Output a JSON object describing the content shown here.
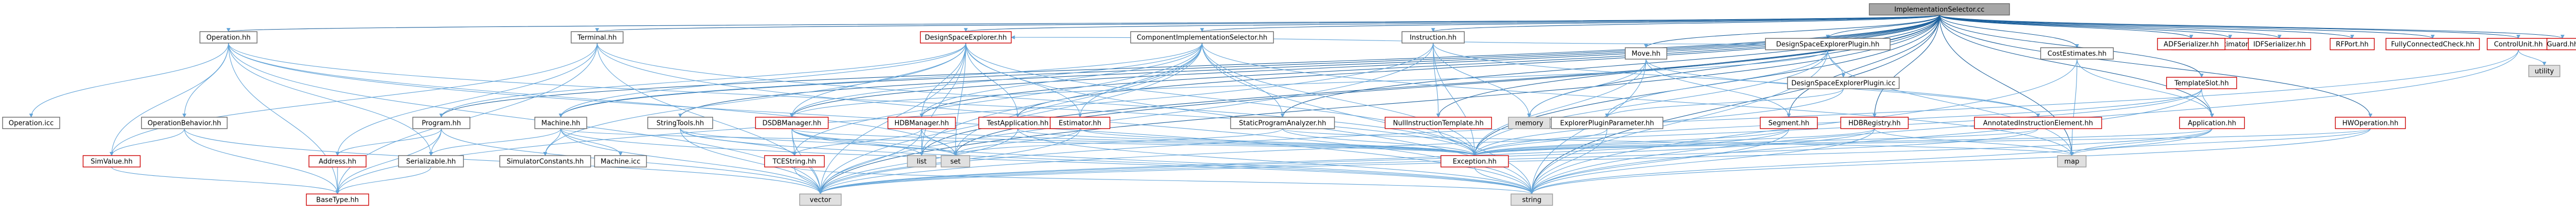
{
  "graph": {
    "root": "ImplementationSelector.cc",
    "nodes": [
      {
        "id": "root",
        "label": "ImplementationSelector.cc",
        "style": "root"
      },
      {
        "id": "opHH",
        "label": "Operation.hh",
        "style": "normal"
      },
      {
        "id": "terminal",
        "label": "Terminal.hh",
        "style": "normal"
      },
      {
        "id": "dspExpl",
        "label": "DesignSpaceExplorer.hh",
        "style": "red"
      },
      {
        "id": "compImpl",
        "label": "ComponentImplementationSelector.hh",
        "style": "normal"
      },
      {
        "id": "instr",
        "label": "Instruction.hh",
        "style": "normal"
      },
      {
        "id": "dseFrontPlugin",
        "label": "DesignSpaceExplorerPlugin.hh",
        "style": "normal"
      },
      {
        "id": "move",
        "label": "Move.hh",
        "style": "normal"
      },
      {
        "id": "dseFrontPluginCC",
        "label": "DesignSpaceExplorerPlugin.icc",
        "style": "normal"
      },
      {
        "id": "costEst",
        "label": "CostEstimates.hh",
        "style": "normal"
      },
      {
        "id": "icdec",
        "label": "ICDecoderEstimatorPlugin.hh",
        "style": "red"
      },
      {
        "id": "adfSer",
        "label": "ADFSerializer.hh",
        "style": "red"
      },
      {
        "id": "idfSer",
        "label": "IDFSerializer.hh",
        "style": "red"
      },
      {
        "id": "rfport",
        "label": "RFPort.hh",
        "style": "red"
      },
      {
        "id": "fullConn",
        "label": "FullyConnectedCheck.hh",
        "style": "red"
      },
      {
        "id": "controlUnit",
        "label": "ControlUnit.hh",
        "style": "red"
      },
      {
        "id": "guard",
        "label": "Guard.hh",
        "style": "red"
      },
      {
        "id": "utility",
        "label": "utility",
        "style": "gray"
      },
      {
        "id": "templateSlot",
        "label": "TemplateSlot.hh",
        "style": "red"
      },
      {
        "id": "hwOp",
        "label": "HWOperation.hh",
        "style": "red"
      },
      {
        "id": "application",
        "label": "Application.hh",
        "style": "red"
      },
      {
        "id": "operationCC",
        "label": "Operation.icc",
        "style": "normal"
      },
      {
        "id": "operationBeh",
        "label": "OperationBehavior.hh",
        "style": "normal"
      },
      {
        "id": "simValue",
        "label": "SimValue.hh",
        "style": "red"
      },
      {
        "id": "program",
        "label": "Program.hh",
        "style": "normal"
      },
      {
        "id": "address",
        "label": "Address.hh",
        "style": "red"
      },
      {
        "id": "serializable",
        "label": "Serializable.hh",
        "style": "normal"
      },
      {
        "id": "machine",
        "label": "Machine.hh",
        "style": "normal"
      },
      {
        "id": "machineIcc",
        "label": "Machine.icc",
        "style": "normal"
      },
      {
        "id": "simConst",
        "label": "SimulatorConstants.hh",
        "style": "normal"
      },
      {
        "id": "stringTools",
        "label": "StringTools.hh",
        "style": "normal"
      },
      {
        "id": "dsdb",
        "label": "DSDBManager.hh",
        "style": "red"
      },
      {
        "id": "tceString",
        "label": "TCEString.hh",
        "style": "red"
      },
      {
        "id": "hdbMan",
        "label": "HDBManager.hh",
        "style": "red"
      },
      {
        "id": "testApp",
        "label": "TestApplication.hh",
        "style": "red"
      },
      {
        "id": "estimator",
        "label": "Estimator.hh",
        "style": "red"
      },
      {
        "id": "staticProg",
        "label": "StaticProgramAnalyzer.hh",
        "style": "normal"
      },
      {
        "id": "nullInstr",
        "label": "NullInstructionTemplate.hh",
        "style": "red"
      },
      {
        "id": "memory",
        "label": "memory",
        "style": "gray"
      },
      {
        "id": "explPluginParam",
        "label": "ExplorerPluginParameter.hh",
        "style": "normal"
      },
      {
        "id": "segment",
        "label": "Segment.hh",
        "style": "red"
      },
      {
        "id": "hdbReg",
        "label": "HDBRegistry.hh",
        "style": "red"
      },
      {
        "id": "annotInstr",
        "label": "AnnotatedInstructionElement.hh",
        "style": "red"
      },
      {
        "id": "exception",
        "label": "Exception.hh",
        "style": "red"
      },
      {
        "id": "list",
        "label": "list",
        "style": "gray"
      },
      {
        "id": "set",
        "label": "set",
        "style": "gray"
      },
      {
        "id": "map",
        "label": "map",
        "style": "gray"
      },
      {
        "id": "baseType",
        "label": "BaseType.hh",
        "style": "red"
      },
      {
        "id": "vector",
        "label": "vector",
        "style": "gray"
      },
      {
        "id": "string",
        "label": "string",
        "style": "gray"
      }
    ]
  },
  "colors": {
    "root_fill": "#a6a6a6",
    "root_stroke": "#666666",
    "normal_fill": "#ffffff",
    "normal_stroke": "#666666",
    "red_fill": "#ffffff",
    "red_stroke": "#cc0000",
    "gray_fill": "#e0e0e0",
    "gray_stroke": "#999999",
    "edge": "#63a4d8",
    "edge_dark": "#1b5f9b",
    "text": "#000000"
  }
}
